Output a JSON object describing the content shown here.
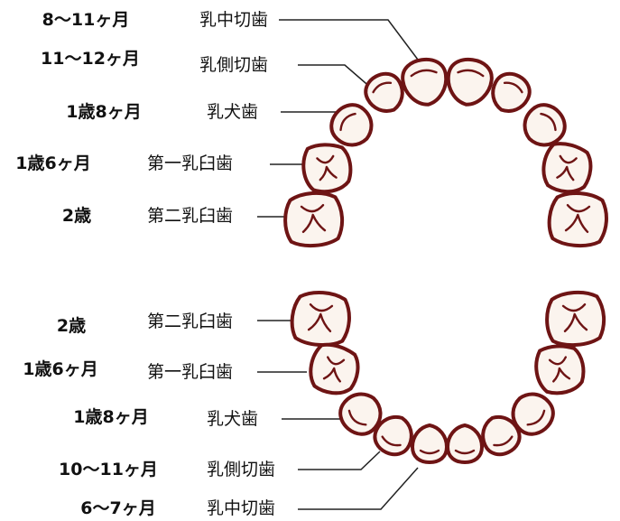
{
  "upper": {
    "rows": [
      {
        "age": "8〜11ヶ月",
        "name": "乳中切歯"
      },
      {
        "age": "11〜12ヶ月",
        "name": "乳側切歯"
      },
      {
        "age": "1歳8ヶ月",
        "name": "乳犬歯"
      },
      {
        "age": "1歳6ヶ月",
        "name": "第一乳臼歯"
      },
      {
        "age": "2歳",
        "name": "第二乳臼歯"
      }
    ]
  },
  "lower": {
    "rows": [
      {
        "age": "2歳",
        "name": "第二乳臼歯"
      },
      {
        "age": "1歳6ヶ月",
        "name": "第一乳臼歯"
      },
      {
        "age": "1歳8ヶ月",
        "name": "乳犬歯"
      },
      {
        "age": "10〜11ヶ月",
        "name": "乳側切歯"
      },
      {
        "age": "6〜7ヶ月",
        "name": "乳中切歯"
      }
    ]
  },
  "colors": {
    "outline": "#6e1414",
    "fill": "#fbf4ee",
    "text": "#111111"
  }
}
